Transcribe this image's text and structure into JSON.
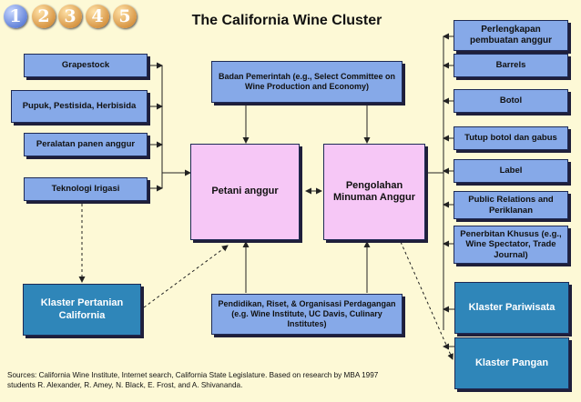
{
  "title": "The California Wine Cluster",
  "badges": [
    "1",
    "2",
    "3",
    "4",
    "5"
  ],
  "left_inputs": [
    "Grapestock",
    "Pupuk, Pestisida, Herbisida",
    "Peralatan panen anggur",
    "Teknologi Irigasi"
  ],
  "government": "Badan Pemerintah (e.g., Select Committee on Wine Production and Economy)",
  "grower": "Petani anggur",
  "processor": "Pengolahan Minuman Anggur",
  "right_header": "Perlengkapan pembuatan anggur",
  "right_items": [
    "Barrels",
    "Botol",
    "Tutup botol dan gabus",
    "Label",
    "Public Relations and Periklanan",
    "Penerbitan Khusus (e.g., Wine Spectator, Trade Journal)"
  ],
  "education": "Pendidikan, Riset, & Organisasi Perdagangan (e.g. Wine Institute, UC Davis, Culinary Institutes)",
  "agri_cluster": "Klaster Pertanian California",
  "tourism_cluster": "Klaster Pariwisata",
  "food_cluster": "Klaster Pangan",
  "sources": "Sources: California Wine Institute, Internet search, California State Legislature. Based on research by MBA 1997 students R. Alexander, R. Amey, N. Black, E. Frost, and A. Shivananda.",
  "colors": {
    "background": "#fdf9d6",
    "input_box": "#86a9e8",
    "core_box": "#f6c7f6",
    "cluster_box": "#2f86b9"
  }
}
